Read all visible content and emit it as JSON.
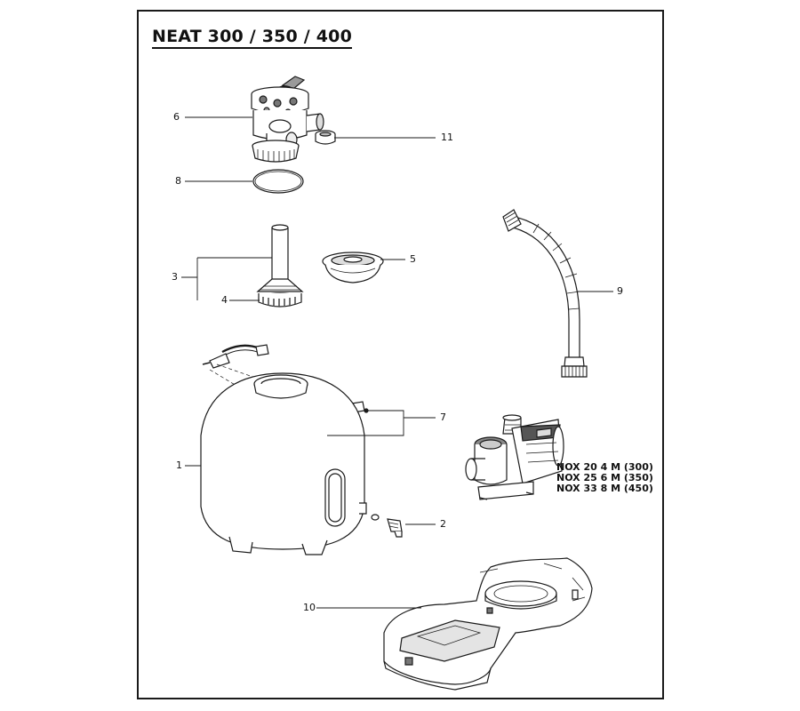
{
  "title": "NEAT 300 / 350 / 400",
  "callouts": {
    "c1": "1",
    "c2": "2",
    "c3": "3",
    "c4": "4",
    "c5": "5",
    "c6": "6",
    "c7": "7",
    "c8": "8",
    "c9": "9",
    "c10": "10",
    "c11": "11"
  },
  "pump_models": [
    "NOX 20 4 M (300)",
    "NOX 25 6 M (350)",
    "NOX 33 8 M (450)"
  ],
  "colors": {
    "line": "#1a1a1a",
    "part_fill": "#ffffff",
    "shade": "#bdbdbd",
    "dark_shade": "#5a5a5a"
  }
}
